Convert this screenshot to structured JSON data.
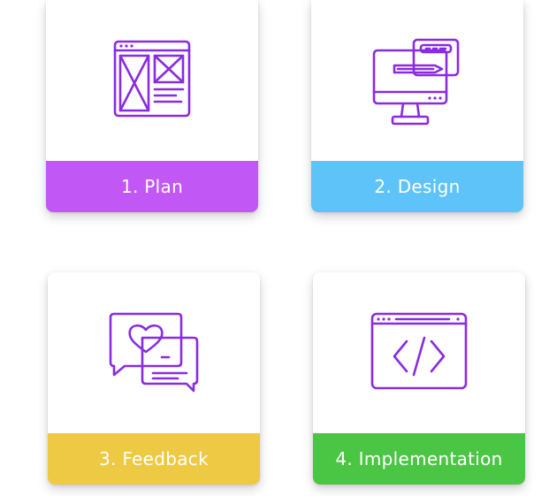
{
  "cards": [
    {
      "label": "1. Plan",
      "icon": "wireframe-icon",
      "color": "#c157f5"
    },
    {
      "label": "2. Design",
      "icon": "monitor-design-icon",
      "color": "#5ec3f8"
    },
    {
      "label": "3. Feedback",
      "icon": "chat-heart-icon",
      "color": "#edc944"
    },
    {
      "label": "4. Implementation",
      "icon": "code-window-icon",
      "color": "#4bc544"
    }
  ],
  "icon_stroke_color": "#8a2be2"
}
